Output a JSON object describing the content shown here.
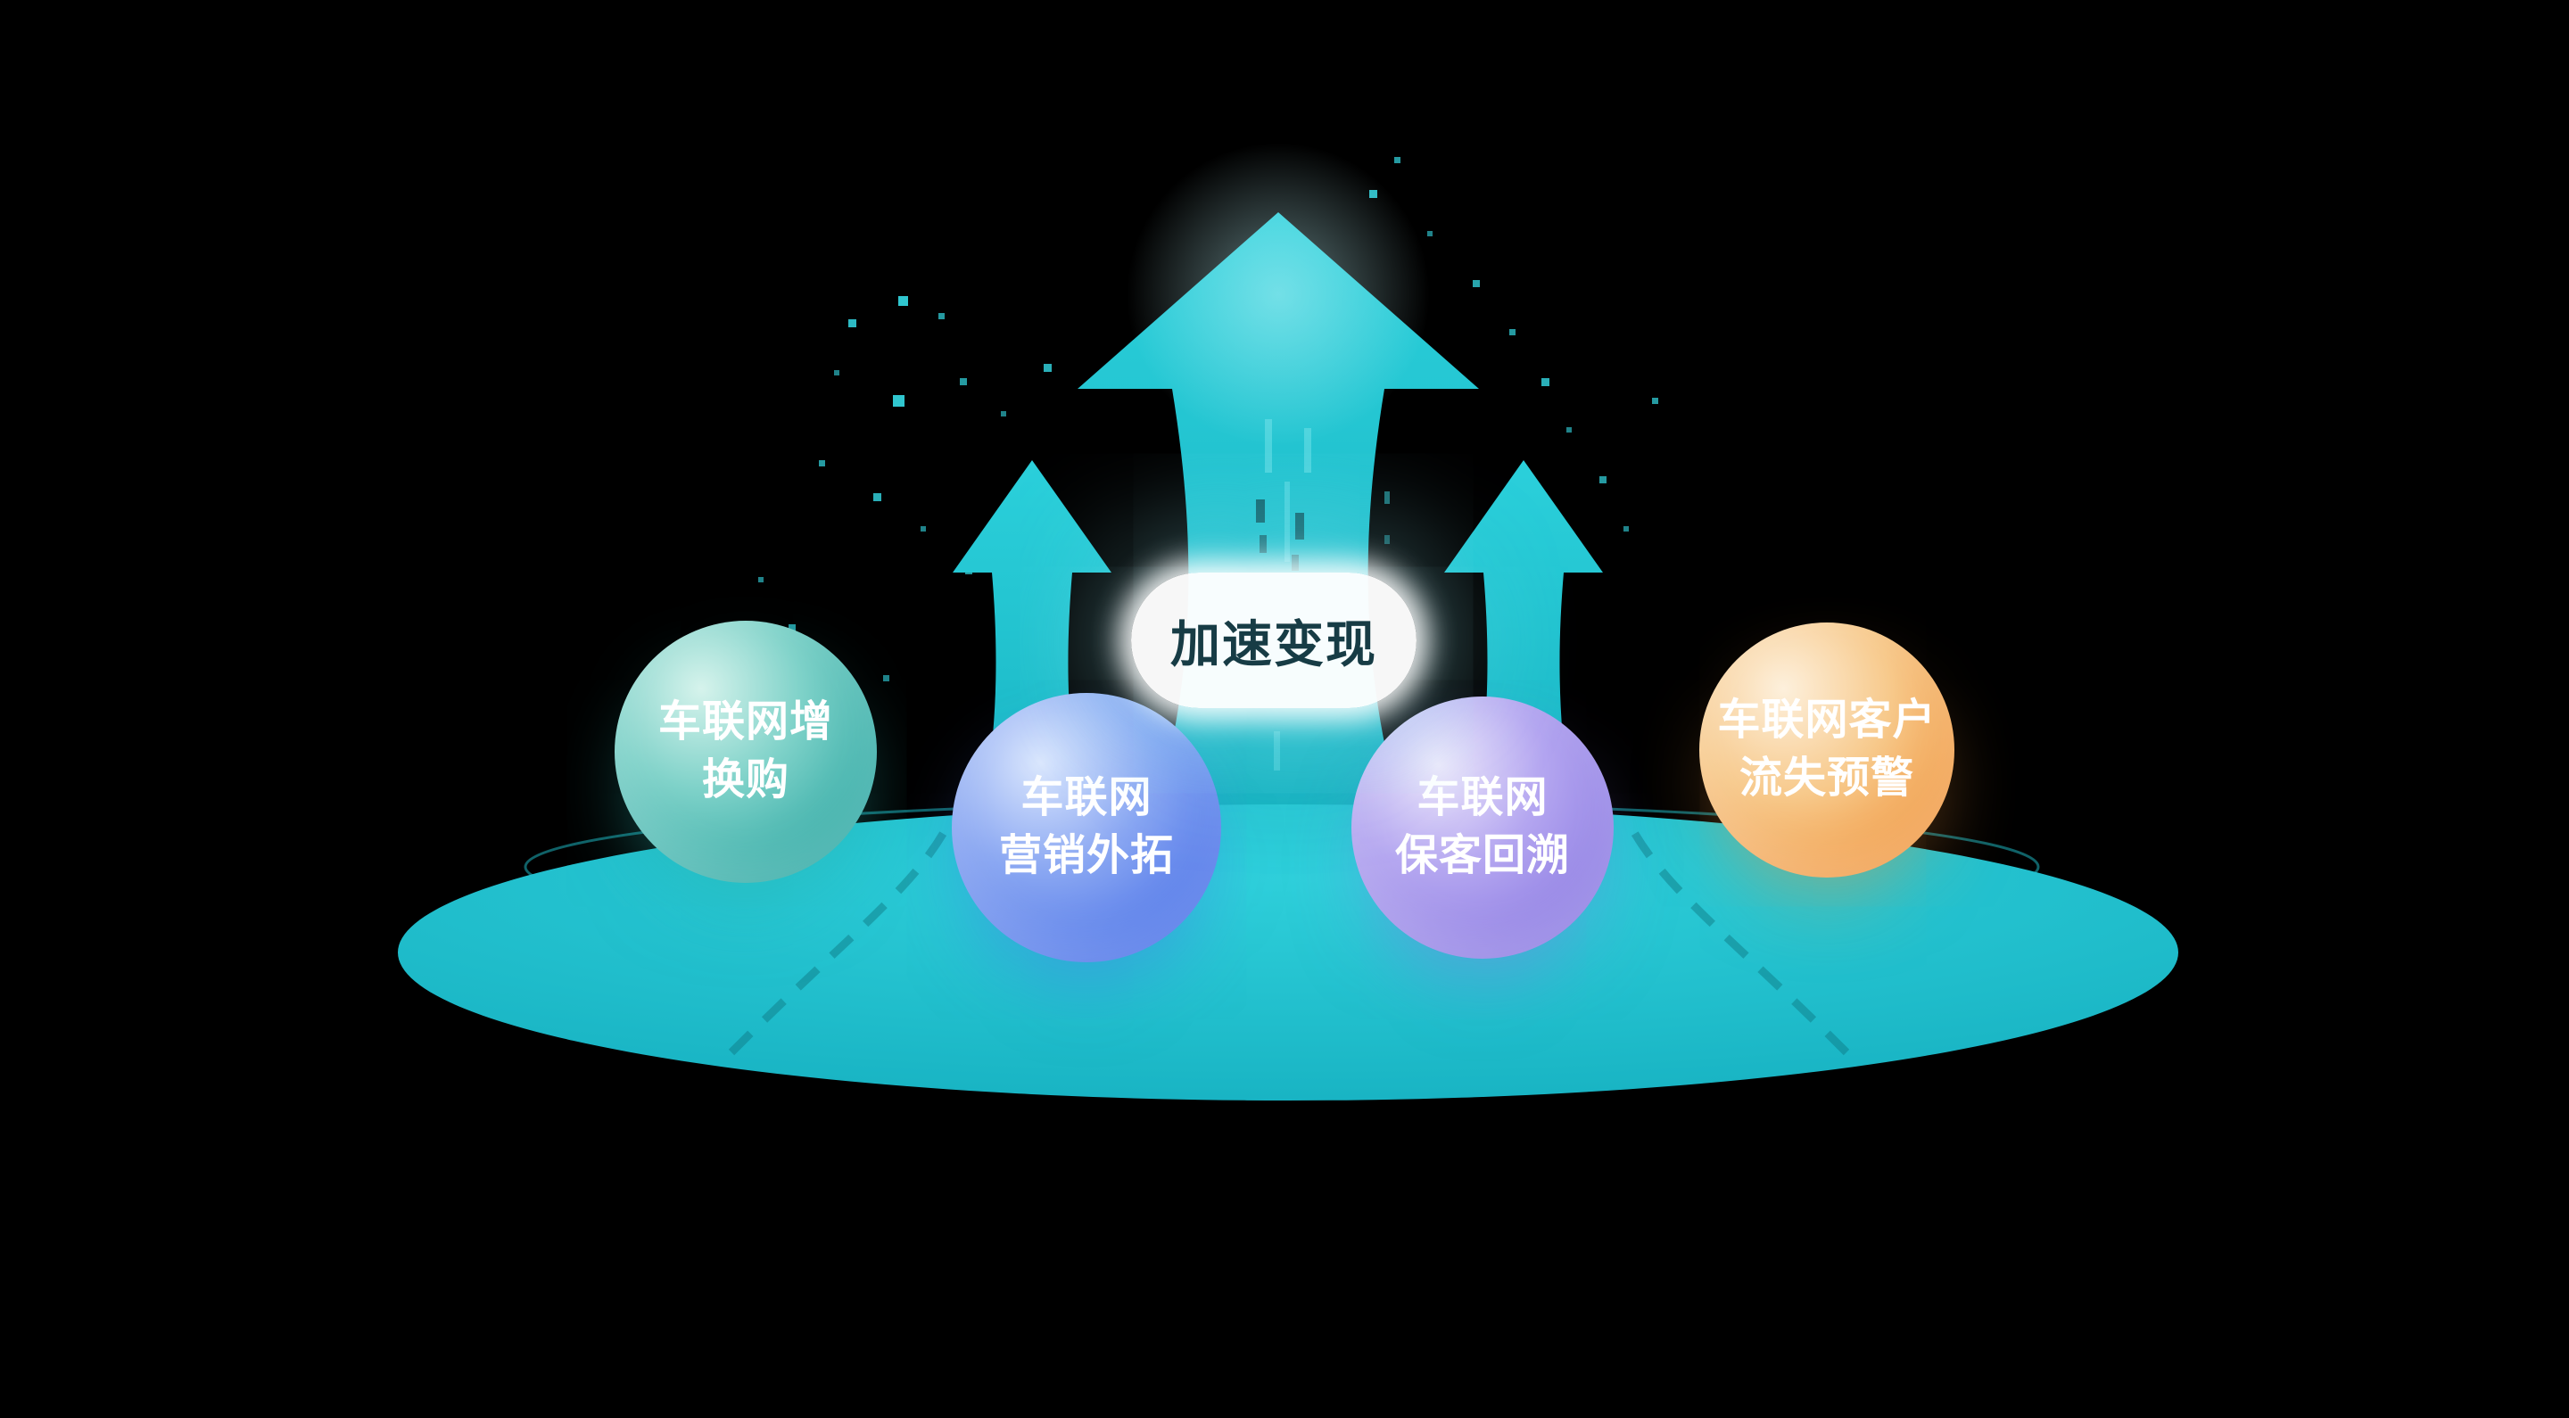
{
  "diagram": {
    "center_label": "加速变现",
    "spheres": [
      {
        "name": "iov-trade-in",
        "line1": "车联网增",
        "line2": "换购"
      },
      {
        "name": "iov-marketing-expansion",
        "line1": "车联网",
        "line2": "营销外拓"
      },
      {
        "name": "iov-customer-retention",
        "line1": "车联网",
        "line2": "保客回溯"
      },
      {
        "name": "iov-churn-warning",
        "line1": "车联网客户",
        "line2": "流失预警"
      }
    ],
    "colors": {
      "background": "#000000",
      "platform": "#1fc3d0",
      "arrow_top": "#2bd0db",
      "arrow_bottom": "#14aebd",
      "particle": "#35dbe6",
      "sphere_teal_from": "#d6f3ec",
      "sphere_teal_to": "#2fa9a4",
      "sphere_blue_from": "#dbe7fd",
      "sphere_blue_to": "#4a72e8",
      "sphere_purple_from": "#eee9fb",
      "sphere_purple_to": "#8a79e2",
      "sphere_orange_from": "#fdf0dc",
      "sphere_orange_to": "#f0953c",
      "sphere_text": "#ffffff",
      "center_label_text": "#173c45"
    }
  }
}
